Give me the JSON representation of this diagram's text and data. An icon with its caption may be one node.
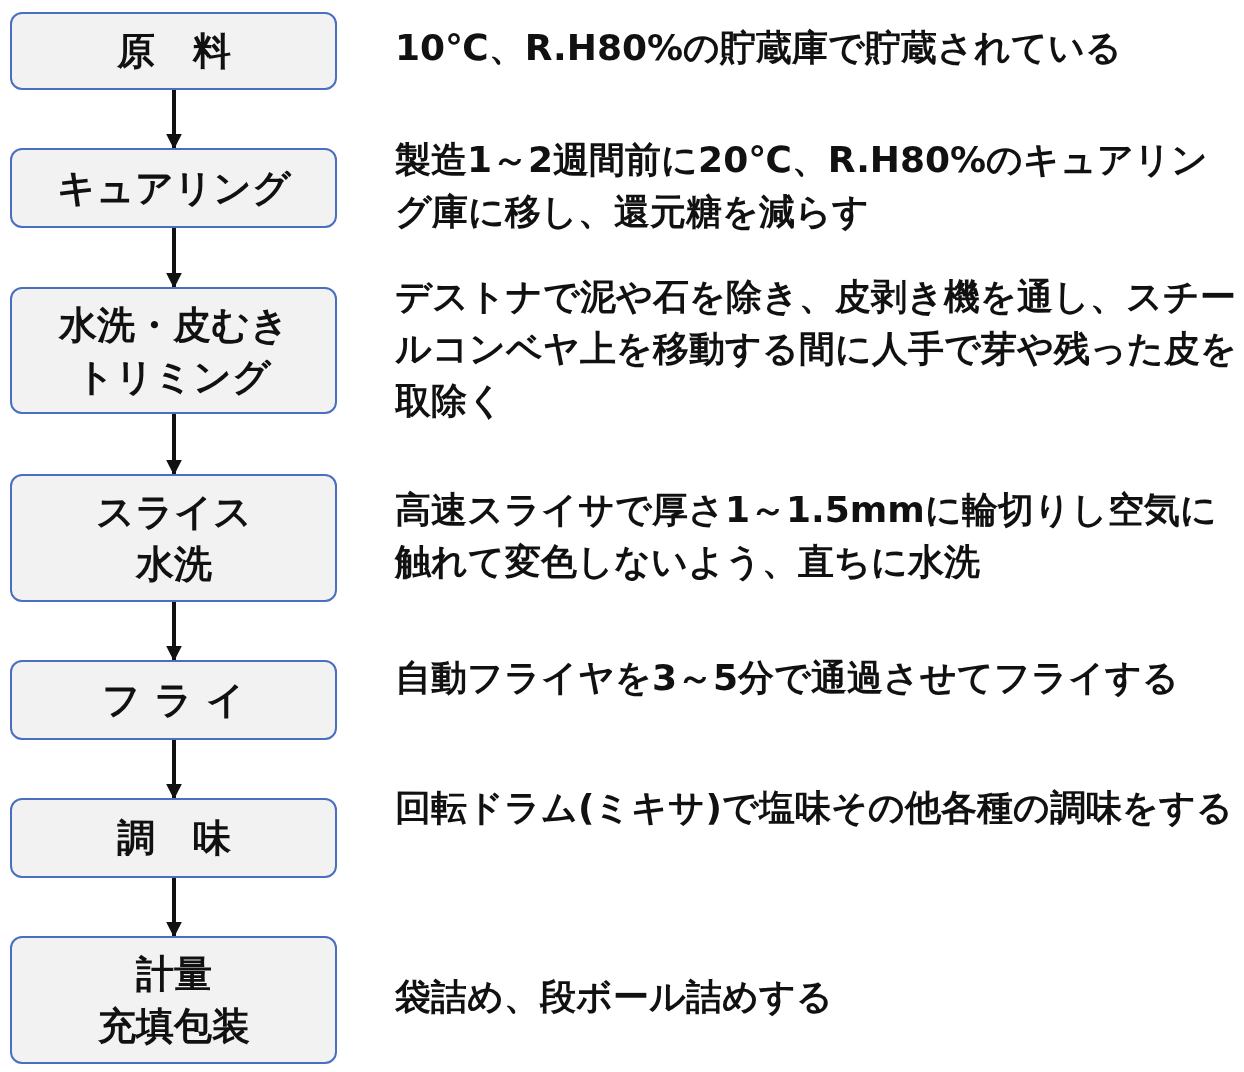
{
  "diagram": {
    "nodes": [
      {
        "text": [
          "原　料"
        ],
        "beside": [
          "10℃、R.H80%の貯蔵庫で貯蔵されている"
        ]
      },
      {
        "text": [
          "キュアリング"
        ],
        "beside": [
          "製造1～2週間前に20℃、R.H80%のキュアリング庫に移し、還元糖を減らす"
        ]
      },
      {
        "text": [
          "水洗・皮むきトリミング"
        ],
        "beside": [
          "デストナで泥や石を除き、皮剥き機を通し、スチールコンベヤ上を移動する間に人手で芽や残った皮を取除く"
        ]
      },
      {
        "text": [
          "スライス水洗"
        ],
        "beside": [
          "高速スライサで厚さ1～1.5mmに輪切りし空気に触れて変色しないよう、直ちに水洗"
        ]
      },
      {
        "text": [
          "フ ラ イ"
        ],
        "beside": [
          "自動フライヤを3～5分で通過させてフライする"
        ]
      },
      {
        "text": [
          "調　味"
        ],
        "beside": [
          "回転ドラム(ミキサ)で塩味その他各種の調味をする"
        ]
      },
      {
        "text": [
          "計量充填包装"
        ],
        "beside": [
          "袋詰め、段ボール詰めする"
        ]
      }
    ],
    "edges": [
      {
        "from": 0,
        "to": 1,
        "arrow": "to"
      },
      {
        "from": 1,
        "to": 2,
        "arrow": "to"
      },
      {
        "from": 2,
        "to": 3,
        "arrow": "to"
      },
      {
        "from": 3,
        "to": 4,
        "arrow": "to"
      },
      {
        "from": 4,
        "to": 5,
        "arrow": "to"
      },
      {
        "from": 5,
        "to": 6,
        "arrow": "to"
      }
    ]
  }
}
